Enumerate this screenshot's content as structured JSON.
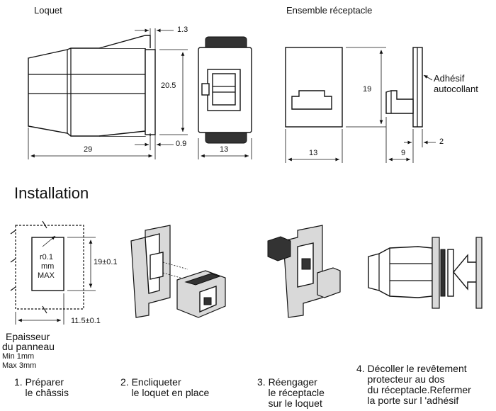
{
  "titles": {
    "loquet": "Loquet",
    "ensemble": "Ensemble réceptacle",
    "installation": "Installation"
  },
  "dims": {
    "d_1_3": "1.3",
    "d_20_5": "20.5",
    "d_0_9": "0.9",
    "d_29": "29",
    "d_13_latch": "13",
    "d_19": "19",
    "d_13_rec": "13",
    "d_9": "9",
    "d_2": "2",
    "d_19_tol": "19±0.1",
    "d_11_5_tol": "11.5±0.1"
  },
  "labels": {
    "adhesif_1": "Adhésif",
    "adhesif_2": "autocollant",
    "r01_1": "r0.1",
    "r01_2": "mm",
    "r01_3": "MAX",
    "epaisseur_1": "Epaisseur",
    "epaisseur_2": "du panneau",
    "min": "Min 1mm",
    "max": "Max 3mm"
  },
  "steps": [
    "1. Préparer\n    le châssis",
    "2. Encliqueter\n    le loquet en place",
    "3. Réengager\n    le réceptacle\n    sur le loquet",
    "4. Décoller le revêtement\n    protecteur au dos\n    du réceptacle.Refermer\n    la porte sur l 'adhésif"
  ]
}
